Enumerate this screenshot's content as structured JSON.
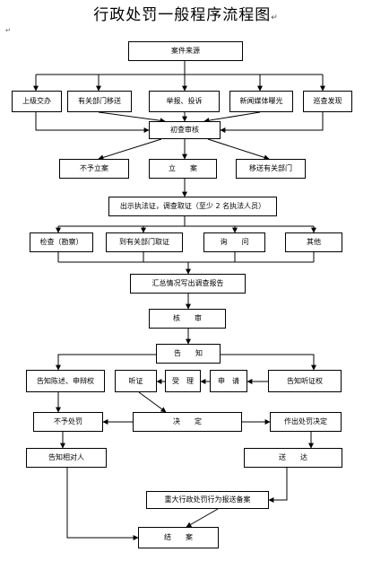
{
  "title": "行政处罚一般程序流程图",
  "title_mark": "↵",
  "corner_mark": "↵",
  "nodes": {
    "case_source": "案件来源",
    "superior_assigned": "上级交办",
    "dept_transfer": "有关部门移送",
    "report_complaint": "举报、投诉",
    "media_exposure": "新闻媒体曝光",
    "inspection_found": "巡查发现",
    "initial_review": "初查审核",
    "not_filed": "不予立案",
    "filed": "立　　案",
    "transfer_dept": "移送有关部门",
    "present_cert": "出示执法证，调查取证（至少 2 名执法人员）",
    "inspect": "检查（勘察）",
    "obtain_evidence": "到有关部门取证",
    "inquiry": "询　　问",
    "other": "其他",
    "summary_report": "汇总情况写出调查报告",
    "review": "核　　审",
    "notify": "告　　知",
    "notify_statement": "告知陈述、申辩权",
    "hearing": "听证",
    "accept": "受　理",
    "apply": "申　请",
    "notify_hearing": "告知听证权",
    "no_penalty": "不予处罚",
    "decision": "决　　定",
    "make_penalty": "作出处罚决定",
    "notify_party": "告知相对人",
    "serve": "送　　达",
    "filing_record": "重大行政处罚行为报送备案",
    "close_case": "结　　案"
  }
}
